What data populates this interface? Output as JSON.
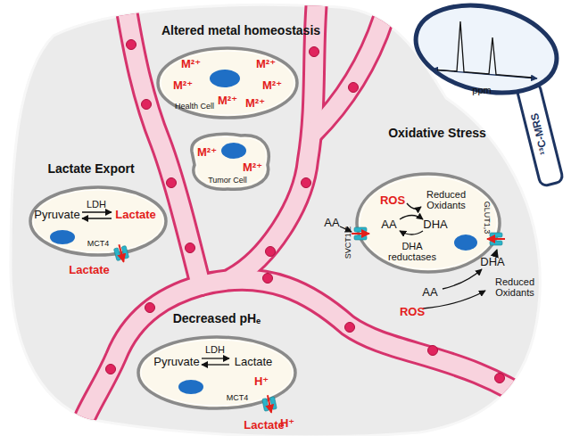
{
  "diagram": {
    "nodes": [
      {
        "text": [
          "Altered metal homeostasis",
          "M²⁺",
          "M²⁺",
          "M²⁺",
          "M²⁺",
          "M²⁺",
          "M²⁺",
          "Health Cell"
        ]
      },
      {
        "text": [
          "M²⁺",
          "M²⁺",
          "Tumor Cell"
        ]
      },
      {
        "text": [
          "Lactate Export",
          "Pyruvate",
          "LDH",
          "Lactate",
          "MCT4"
        ]
      },
      {
        "text": [
          "Oxidative Stress",
          "ROS",
          "Reduced Oxidants",
          "AA",
          "DHA",
          "DHA reductases",
          "SVCT1,2",
          "GLUT1,3"
        ]
      },
      {
        "text": [
          "Decreased pHₑ",
          "Pyruvate",
          "LDH",
          "Lactate",
          "H⁺",
          "MCT4"
        ]
      }
    ],
    "labels": [
      "Lactate",
      "AA",
      "AA",
      "DHA",
      "ROS",
      "Reduced Oxidants",
      "Lactate",
      "H⁺",
      "ppm",
      "¹³C-MRS"
    ]
  }
}
